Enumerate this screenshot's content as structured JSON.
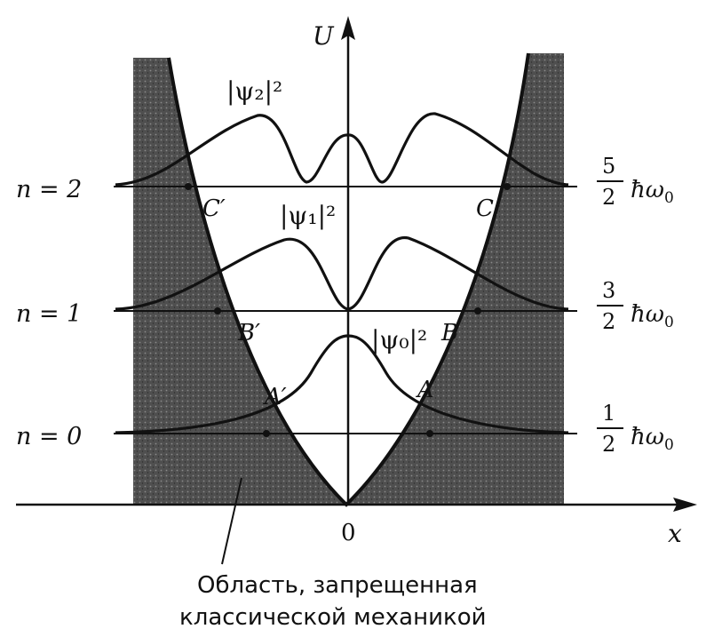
{
  "axes": {
    "y_label": "U",
    "x_label": "x",
    "origin_label": "0"
  },
  "levels": [
    {
      "left_label": "n = 2",
      "energy_numerator": "5",
      "energy_denominator": "2",
      "energy_unit": "ħω",
      "energy_sub": "0",
      "point_right": "C",
      "point_left": "C′",
      "psi_label": "|ψ₂|²"
    },
    {
      "left_label": "n = 1",
      "energy_numerator": "3",
      "energy_denominator": "2",
      "energy_unit": "ħω",
      "energy_sub": "0",
      "point_right": "B",
      "point_left": "B′",
      "psi_label": "|ψ₁|²"
    },
    {
      "left_label": "n = 0",
      "energy_numerator": "1",
      "energy_denominator": "2",
      "energy_unit": "ħω",
      "energy_sub": "0",
      "point_right": "A",
      "point_left": "A′",
      "psi_label": "|ψ₀|²"
    }
  ],
  "caption": {
    "line1": "Область, запрещенная",
    "line2": "классической механикой"
  },
  "colors": {
    "forbidden_fill": "#5a5a5a",
    "ink": "#111111"
  }
}
